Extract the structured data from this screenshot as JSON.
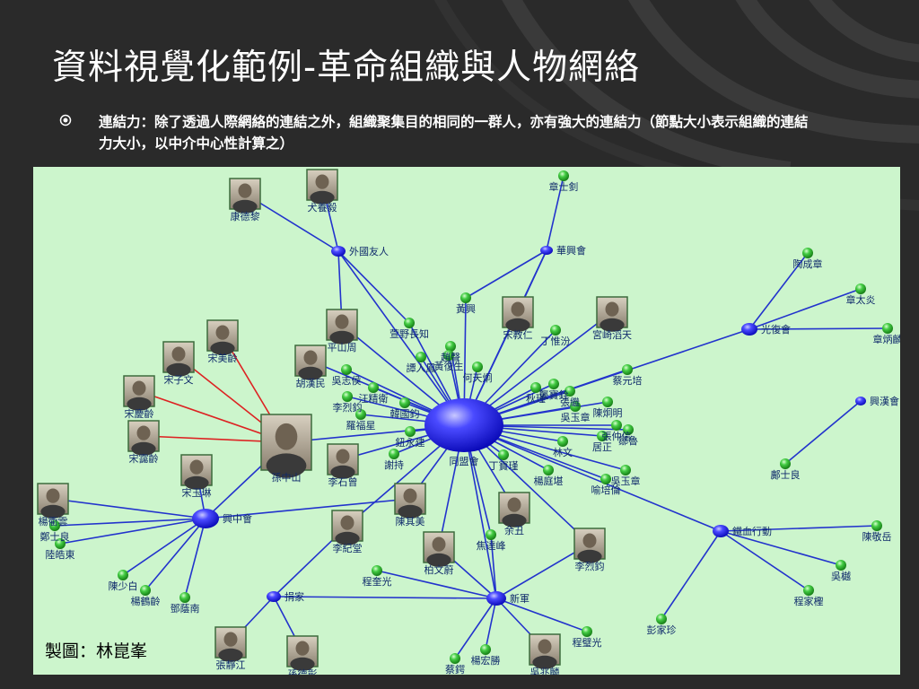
{
  "slide": {
    "title": "資料視覺化範例-革命組織與人物網絡",
    "bullet_text": "連結力：除了透過人際網絡的連結之外，組織聚集目的相同的一群人，亦有強大的連結力（節點大小表示組織的連結力大小，以中介中心性計算之）",
    "credit": "製圖：林崑峯"
  },
  "colors": {
    "background": "#2b2b2b",
    "panel": "#ccf5cc",
    "link": "#2233cc",
    "family_link": "#dd2222",
    "org_node": "#2a2af5",
    "person_node": "#33bb33"
  },
  "network": {
    "organizations": [
      {
        "id": "tongmenghui",
        "label": "同盟會"
      },
      {
        "id": "xingzhonghui",
        "label": "興中會"
      },
      {
        "id": "huaxinghui",
        "label": "華興會"
      },
      {
        "id": "guangfuhui",
        "label": "光復會"
      },
      {
        "id": "xinhanhui",
        "label": "興漢會"
      },
      {
        "id": "tiexue",
        "label": "鐵血行動"
      },
      {
        "id": "xinjun",
        "label": "新軍"
      },
      {
        "id": "waiguo",
        "label": "外國友人"
      },
      {
        "id": "juanjia",
        "label": "捐家"
      }
    ],
    "people": [
      {
        "id": "sun",
        "label": "孫中山",
        "portrait": true
      },
      {
        "id": "kang",
        "label": "康德黎",
        "portrait": true
      },
      {
        "id": "quan",
        "label": "犬養毅",
        "portrait": true
      },
      {
        "id": "zhangsj",
        "label": "章士釗"
      },
      {
        "id": "huangx",
        "label": "黃興"
      },
      {
        "id": "songjr",
        "label": "宋教仁",
        "portrait": true
      },
      {
        "id": "gongqi",
        "label": "宮崎滔天",
        "portrait": true
      },
      {
        "id": "taocz",
        "label": "陶成章"
      },
      {
        "id": "zhangtaiyan",
        "label": "章太炎"
      },
      {
        "id": "zhangbl",
        "label": "章炳麟"
      },
      {
        "id": "pingshan",
        "label": "平山周",
        "portrait": true
      },
      {
        "id": "xuan",
        "label": "萱野長知"
      },
      {
        "id": "huhanmin",
        "label": "胡漢民",
        "portrait": true
      },
      {
        "id": "wuzhihui",
        "label": "吳志侯"
      },
      {
        "id": "wangjingwei",
        "label": "汪精衛"
      },
      {
        "id": "liyong",
        "label": "李烈鈞"
      },
      {
        "id": "luo",
        "label": "羅福星"
      },
      {
        "id": "hanguo",
        "label": "韓國鈞"
      },
      {
        "id": "zhouzhi",
        "label": "鈕永建"
      },
      {
        "id": "xiechi",
        "label": "謝持"
      },
      {
        "id": "lishizeng",
        "label": "李石曾",
        "portrait": true
      },
      {
        "id": "songmeiling",
        "label": "宋美齡",
        "portrait": true
      },
      {
        "id": "songziwen",
        "label": "宋子文",
        "portrait": true
      },
      {
        "id": "songqingling",
        "label": "宋慶齡",
        "portrait": true
      },
      {
        "id": "songailing",
        "label": "宋靄齡",
        "portrait": true
      },
      {
        "id": "songyaoru",
        "label": "宋玉琳",
        "portrait": true
      },
      {
        "id": "yang",
        "label": "楊衢雲",
        "portrait": true
      },
      {
        "id": "luhaodong",
        "label": "陸皓東"
      },
      {
        "id": "chenshaobai",
        "label": "陳少白"
      },
      {
        "id": "yanghe",
        "label": "楊鶴齡"
      },
      {
        "id": "zhengshiliang",
        "label": "鄭士良"
      },
      {
        "id": "dengyinnan",
        "label": "鄧蔭南"
      },
      {
        "id": "chenqimei",
        "label": "陳其美",
        "portrait": true
      },
      {
        "id": "lijishang",
        "label": "李紀堂",
        "portrait": true
      },
      {
        "id": "chengkuiguang",
        "label": "程奎光"
      },
      {
        "id": "baiwenwei",
        "label": "柏文蔚",
        "portrait": true
      },
      {
        "id": "jiaodafeng",
        "label": "焦達峰"
      },
      {
        "id": "yuchou",
        "label": "余丑",
        "portrait": true
      },
      {
        "id": "lilieju",
        "label": "李烈鈞",
        "portrait": true
      },
      {
        "id": "caiyuanpei",
        "label": "蔡元培"
      },
      {
        "id": "kaifeng",
        "label": "龔寶銓"
      },
      {
        "id": "zhangji",
        "label": "張繼"
      },
      {
        "id": "wuyuzhang",
        "label": "吳玉章"
      },
      {
        "id": "dingwei",
        "label": "丁惟汾"
      },
      {
        "id": "hechao",
        "label": "何天炯"
      },
      {
        "id": "zhaosheng",
        "label": "趙聲"
      },
      {
        "id": "linwen",
        "label": "林文"
      },
      {
        "id": "jushen",
        "label": "居正"
      },
      {
        "id": "zouru",
        "label": "鄒魯"
      },
      {
        "id": "tanrenfeng",
        "label": "譚人鳳"
      },
      {
        "id": "huangfu",
        "label": "黃復生"
      },
      {
        "id": "ziyou",
        "label": "秋瑾"
      },
      {
        "id": "chenjiongming",
        "label": "陳炯明"
      },
      {
        "id": "zhangzhongxin",
        "label": "張仲信"
      },
      {
        "id": "wuyue",
        "label": "吳樾"
      },
      {
        "id": "chenjingyue",
        "label": "陳敬岳"
      },
      {
        "id": "chengjiasheng",
        "label": "程家檉"
      },
      {
        "id": "pengjiazhen",
        "label": "彭家珍"
      },
      {
        "id": "dingshi",
        "label": "丁寶瑾"
      },
      {
        "id": "yangting",
        "label": "楊庭堪"
      },
      {
        "id": "yupeilun",
        "label": "喻培倫"
      },
      {
        "id": "wushengzhi",
        "label": "吳玉章"
      },
      {
        "id": "zhangjingjiang",
        "label": "張靜江",
        "portrait": true
      },
      {
        "id": "sunderui",
        "label": "孫德彰",
        "portrait": true
      },
      {
        "id": "caie",
        "label": "蔡鍔"
      },
      {
        "id": "yanghongsheng",
        "label": "楊宏勝"
      },
      {
        "id": "wuzhaolin",
        "label": "吳兆麟",
        "portrait": true
      },
      {
        "id": "chengguangxu",
        "label": "程璧光"
      },
      {
        "id": "lianhanliang",
        "label": "鄺士良"
      },
      {
        "id": "shen",
        "label": "黃興"
      }
    ]
  }
}
